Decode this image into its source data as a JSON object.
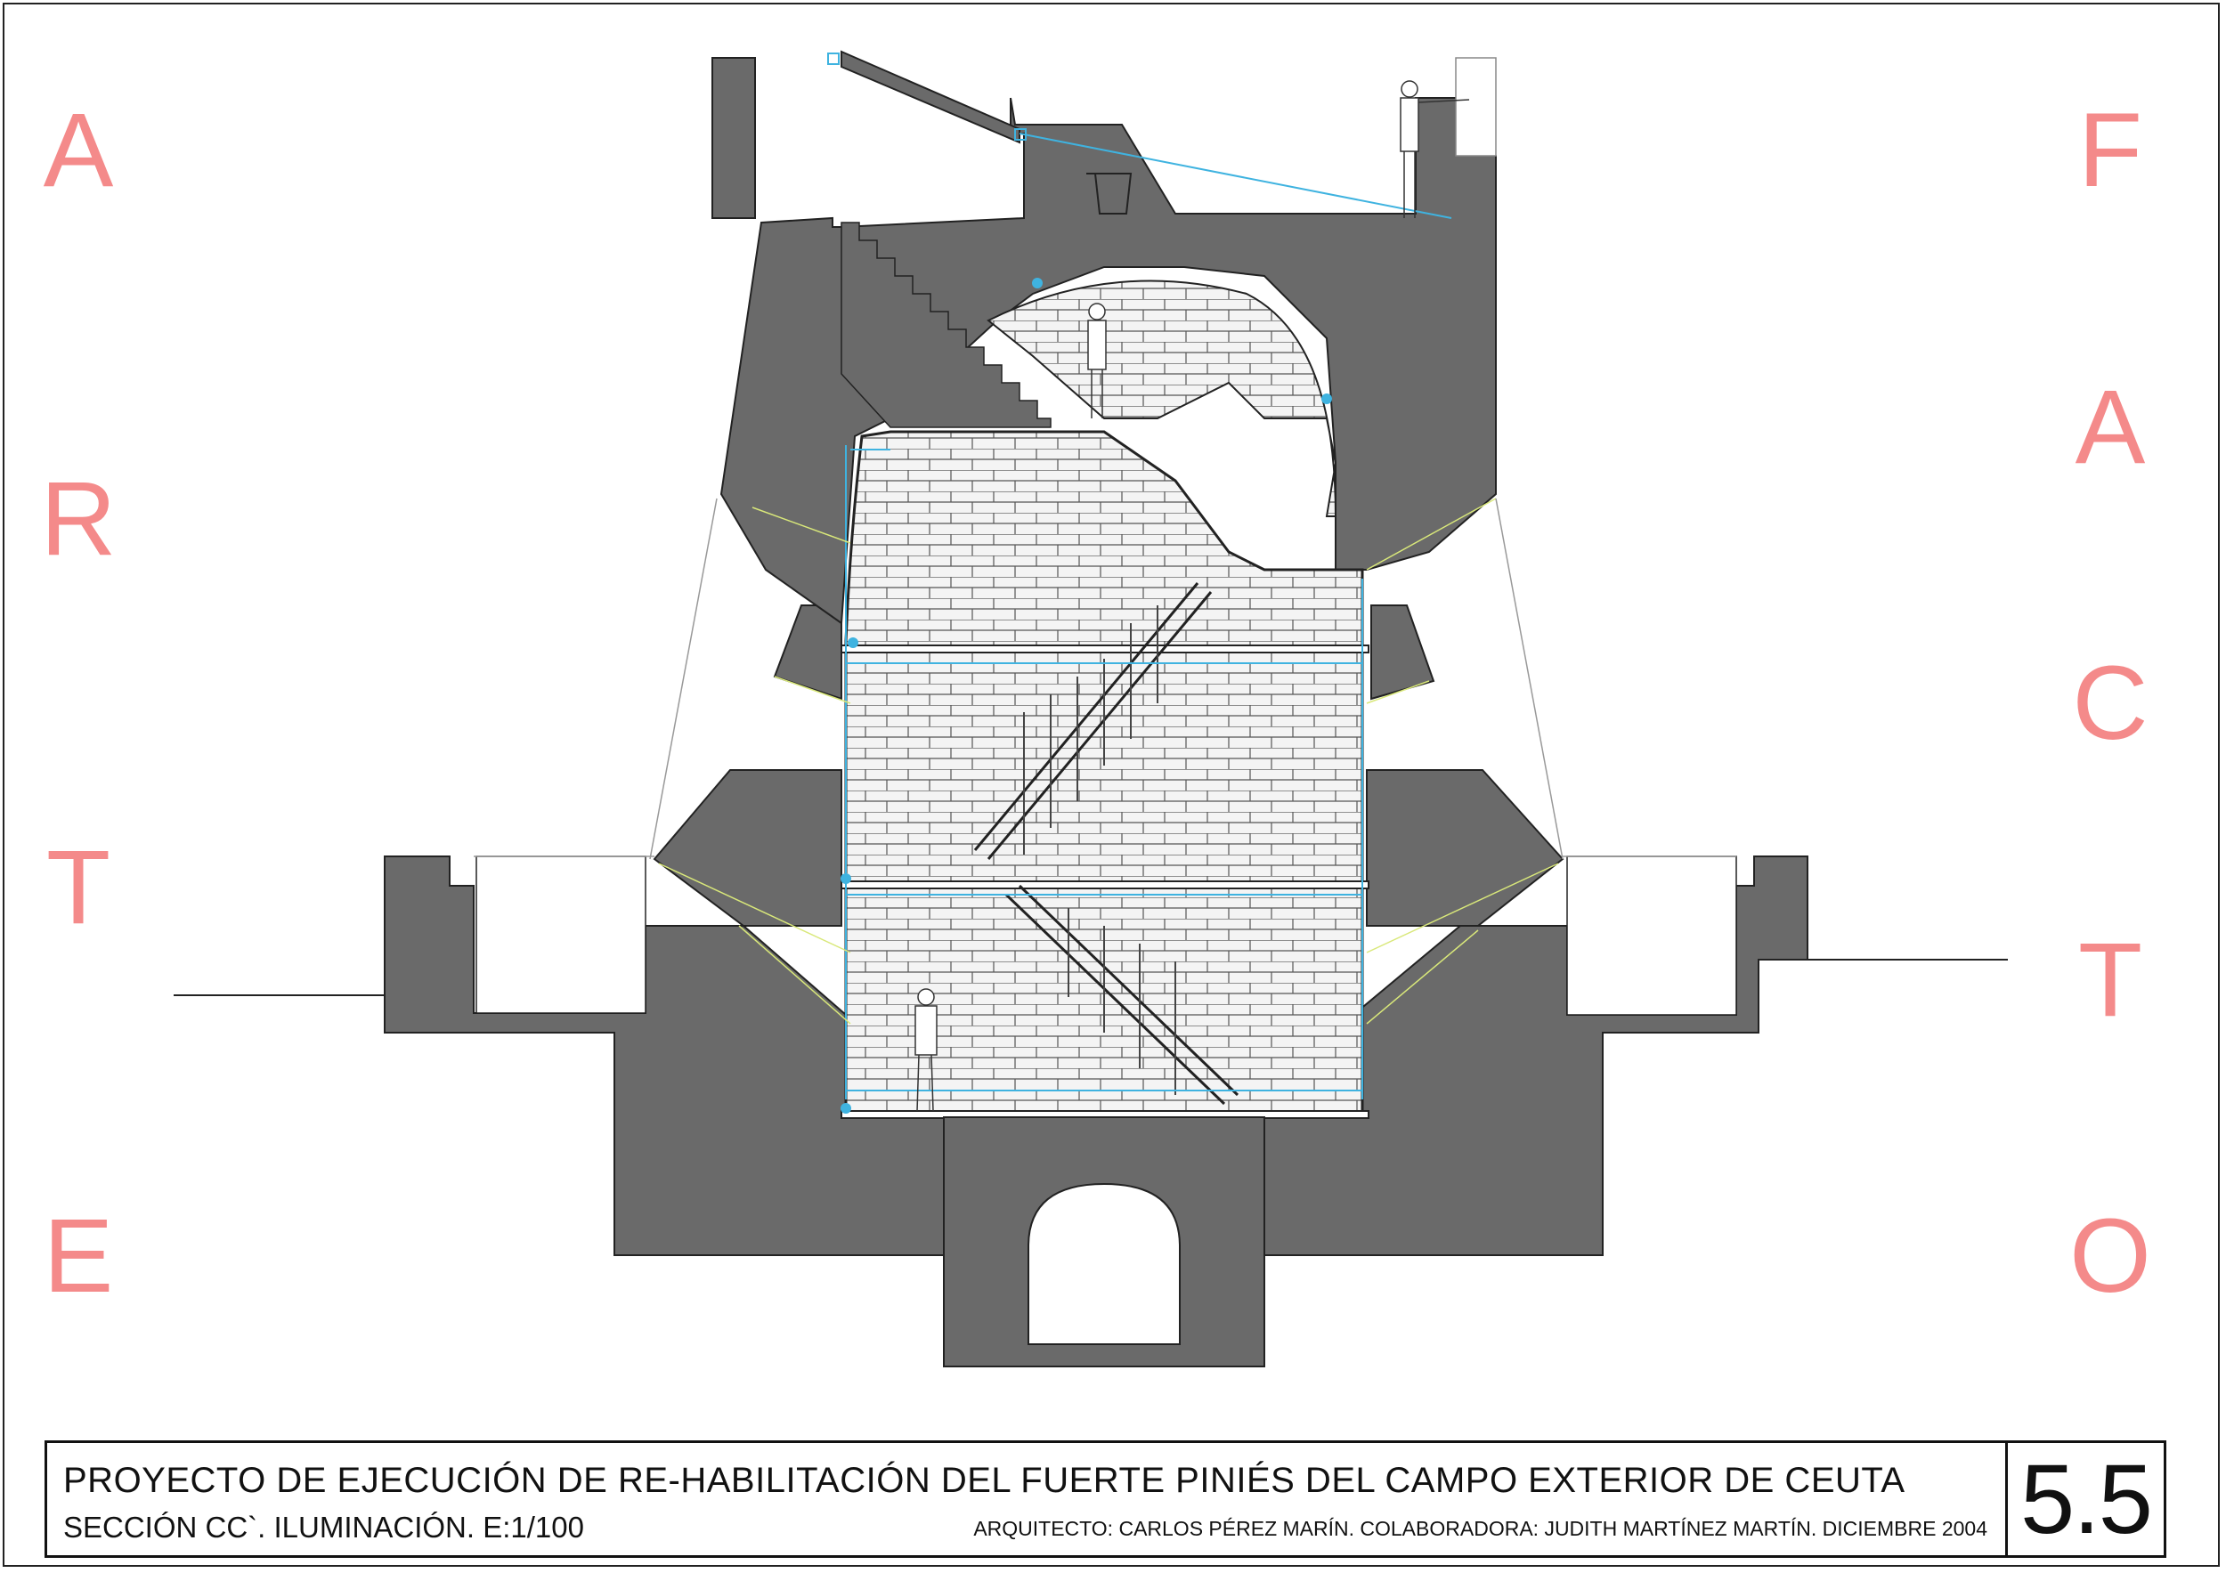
{
  "side_letters": {
    "left": [
      "A",
      "R",
      "T",
      "E"
    ],
    "right": [
      "F",
      "A",
      "C",
      "T",
      "O"
    ],
    "color": "#f48a8a"
  },
  "title_block": {
    "title": "PROYECTO DE EJECUCIÓN DE RE-HABILITACIÓN DEL FUERTE PINIÉS DEL CAMPO EXTERIOR DE CEUTA",
    "subtitle": "SECCIÓN CC`. ILUMINACIÓN. E:1/100",
    "credits": "ARQUITECTO: CARLOS PÉREZ MARÍN. COLABORADORA: JUDITH MARTÍNEZ MARTÍN. DICIEMBRE 2004",
    "sheet_number": "5.5"
  },
  "colors": {
    "solid_wall": "#6a6a6a",
    "light_lines": "#3fb3e0",
    "light_rays": "#d9e87a",
    "masonry": "#555555"
  }
}
